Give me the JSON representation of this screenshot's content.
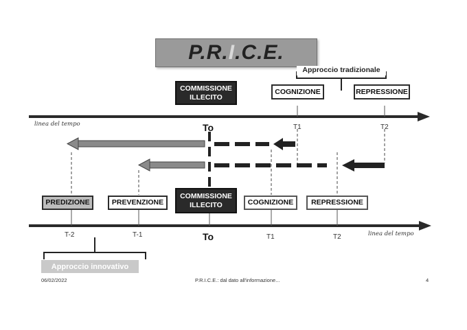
{
  "title": {
    "part1": "P.R.",
    "part2": "I",
    "part3": ".C.E."
  },
  "approccio_tradizionale": "Approccio tradizionale",
  "approccio_innovativo": "Approccio innovativo",
  "top_timeline": {
    "label": "linea del tempo",
    "boxes": {
      "commissione": "COMMISSIONE ILLECITO",
      "cognizione": "COGNIZIONE",
      "repressione": "REPRESSIONE"
    },
    "ticks": {
      "t0": "To",
      "t1": "T1",
      "t2": "T2"
    }
  },
  "bottom_timeline": {
    "label": "linea del tempo",
    "boxes": {
      "predizione": "PREDIZIONE",
      "prevenzione": "PREVENZIONE",
      "commissione": "COMMISSIONE ILLECITO",
      "cognizione": "COGNIZIONE",
      "repressione": "REPRESSIONE"
    },
    "ticks": {
      "tm2": "T-2",
      "tm1": "T-1",
      "t0": "To",
      "t1": "T1",
      "t2": "T2"
    }
  },
  "footer": {
    "date": "06/02/2022",
    "caption": "P.R.I.C.E.: dal dato all'informazione...",
    "page": "4"
  },
  "colors": {
    "dark": "#2a2a2a",
    "grey_arrow": "#8a8a8a",
    "title_bg": "#9a9a9a"
  }
}
